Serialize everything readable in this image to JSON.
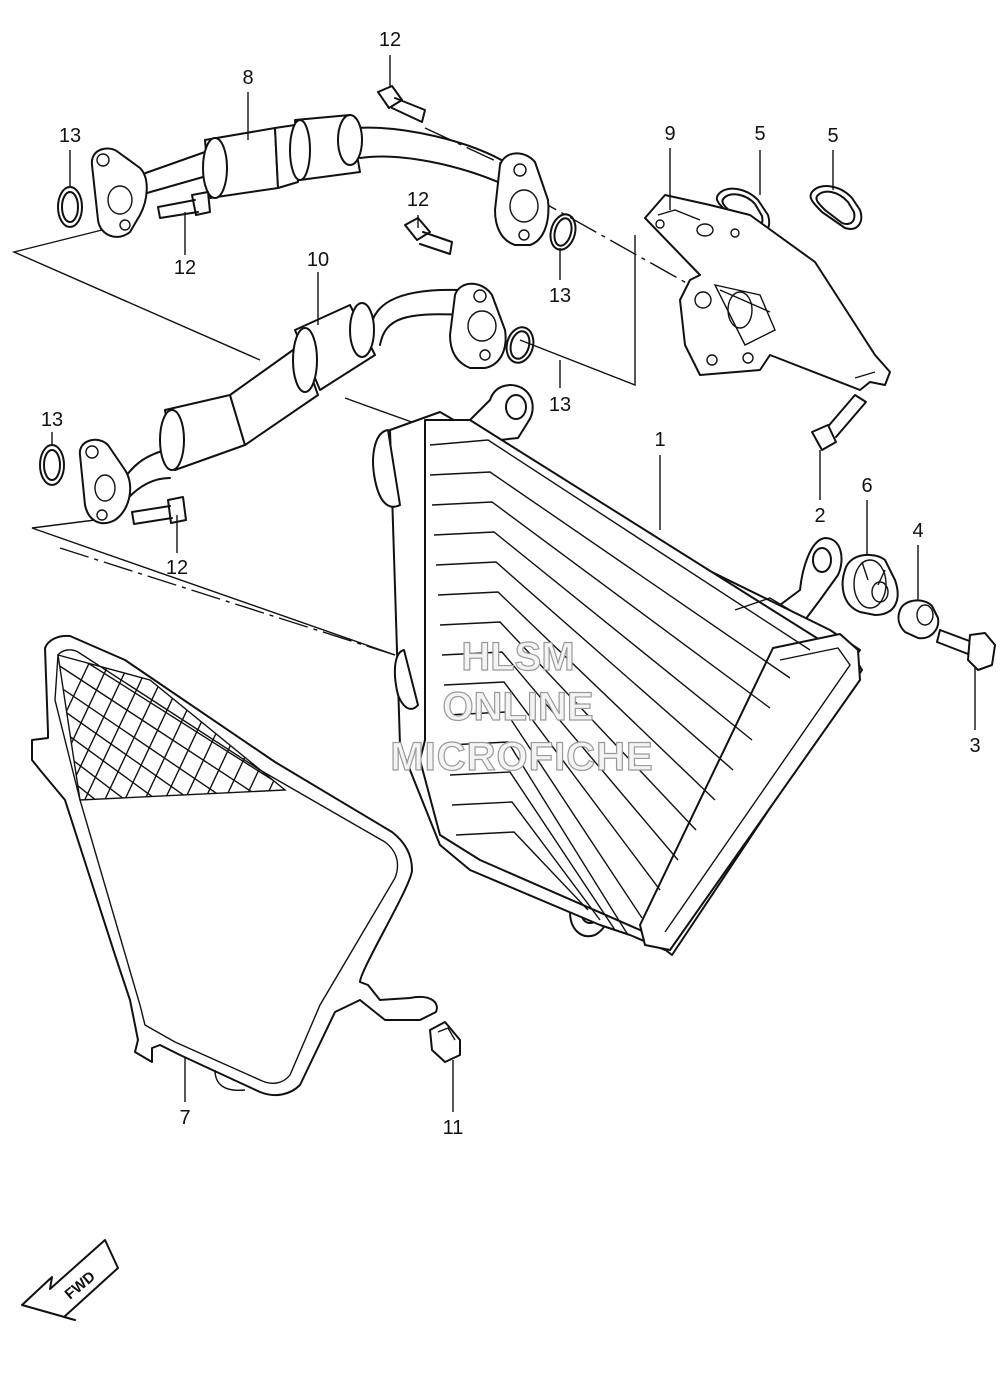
{
  "callouts": [
    {
      "id": "1",
      "text": "1"
    },
    {
      "id": "2",
      "text": "2"
    },
    {
      "id": "3",
      "text": "3"
    },
    {
      "id": "4",
      "text": "4"
    },
    {
      "id": "5a",
      "text": "5"
    },
    {
      "id": "5b",
      "text": "5"
    },
    {
      "id": "6",
      "text": "6"
    },
    {
      "id": "7",
      "text": "7"
    },
    {
      "id": "8",
      "text": "8"
    },
    {
      "id": "9",
      "text": "9"
    },
    {
      "id": "10",
      "text": "10"
    },
    {
      "id": "11",
      "text": "11"
    },
    {
      "id": "12a",
      "text": "12"
    },
    {
      "id": "12b",
      "text": "12"
    },
    {
      "id": "12c",
      "text": "12"
    },
    {
      "id": "12d",
      "text": "12"
    },
    {
      "id": "13a",
      "text": "13"
    },
    {
      "id": "13b",
      "text": "13"
    },
    {
      "id": "13c",
      "text": "13"
    },
    {
      "id": "13d",
      "text": "13"
    }
  ],
  "fwd_label": "FWD",
  "watermark": {
    "line1": "HLSM",
    "line2": "ONLINE",
    "line3": "MICROFICHE"
  }
}
